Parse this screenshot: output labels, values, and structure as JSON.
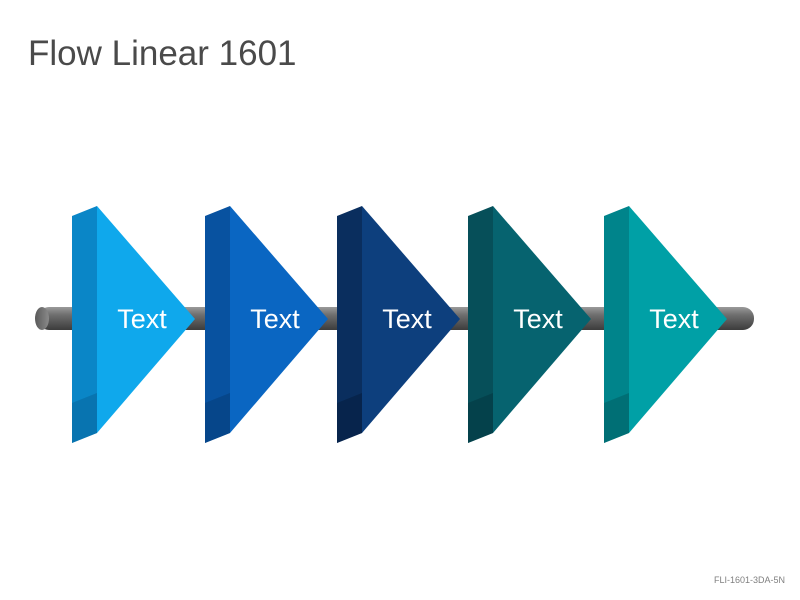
{
  "title": "Flow Linear 1601",
  "code": "FLI-1601-3DA-5N",
  "colors": {
    "rod": "#6b6b6b",
    "label_text": "#ffffff"
  },
  "steps": [
    {
      "label": "Text",
      "front": "#0fa8ec",
      "side": "#0a86c7",
      "bottom": "#07669c"
    },
    {
      "label": "Text",
      "front": "#0a66c2",
      "side": "#0852a0",
      "bottom": "#053d78"
    },
    {
      "label": "Text",
      "front": "#0d3f7d",
      "side": "#0a2e5e",
      "bottom": "#061d3e"
    },
    {
      "label": "Text",
      "front": "#06636f",
      "side": "#064f59",
      "bottom": "#033740"
    },
    {
      "label": "Text",
      "front": "#00a0a6",
      "side": "#00848b",
      "bottom": "#005f65"
    }
  ]
}
